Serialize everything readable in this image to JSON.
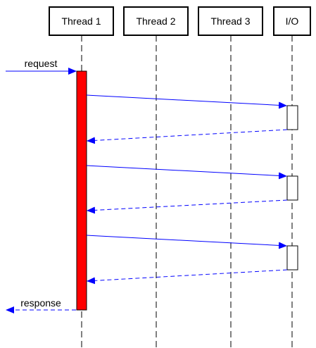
{
  "diagram": {
    "type": "sequence",
    "participants": [
      {
        "id": "t1",
        "label": "Thread 1"
      },
      {
        "id": "t2",
        "label": "Thread 2"
      },
      {
        "id": "t3",
        "label": "Thread 3"
      },
      {
        "id": "io",
        "label": "I/O"
      }
    ],
    "messages": [
      {
        "from": "external",
        "to": "t1",
        "style": "solid",
        "label": "request"
      },
      {
        "from": "t1",
        "to": "io",
        "style": "solid",
        "label": ""
      },
      {
        "from": "io",
        "to": "t1",
        "style": "dashed",
        "label": ""
      },
      {
        "from": "t1",
        "to": "io",
        "style": "solid",
        "label": ""
      },
      {
        "from": "io",
        "to": "t1",
        "style": "dashed",
        "label": ""
      },
      {
        "from": "t1",
        "to": "io",
        "style": "solid",
        "label": ""
      },
      {
        "from": "io",
        "to": "t1",
        "style": "dashed",
        "label": ""
      },
      {
        "from": "t1",
        "to": "external",
        "style": "dashed",
        "label": "response"
      }
    ],
    "colors": {
      "active_activation": "#ff0000",
      "idle_activation": "#ffffff",
      "message": "#0000ff",
      "outline": "#000000"
    }
  }
}
